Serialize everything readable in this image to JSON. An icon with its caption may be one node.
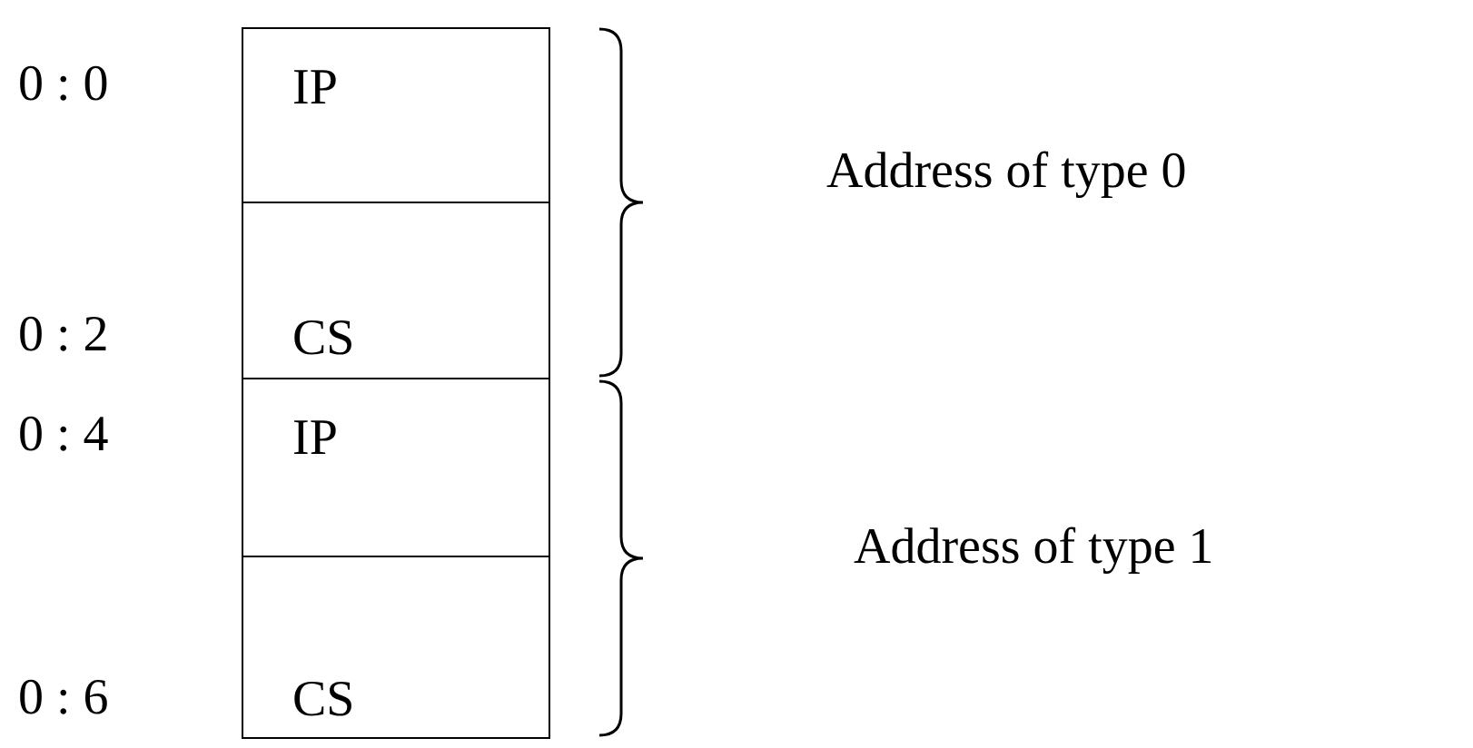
{
  "diagram": {
    "nodes": [
      {
        "text": [
          "IP"
        ]
      },
      {
        "text": [
          "CS"
        ]
      },
      {
        "text": [
          "IP"
        ]
      },
      {
        "text": [
          "CS"
        ]
      }
    ],
    "labels": [
      "0 : 0",
      "Address of type 0",
      "0 : 2",
      "0 : 4",
      "Address of type 1",
      "0 : 6"
    ]
  }
}
